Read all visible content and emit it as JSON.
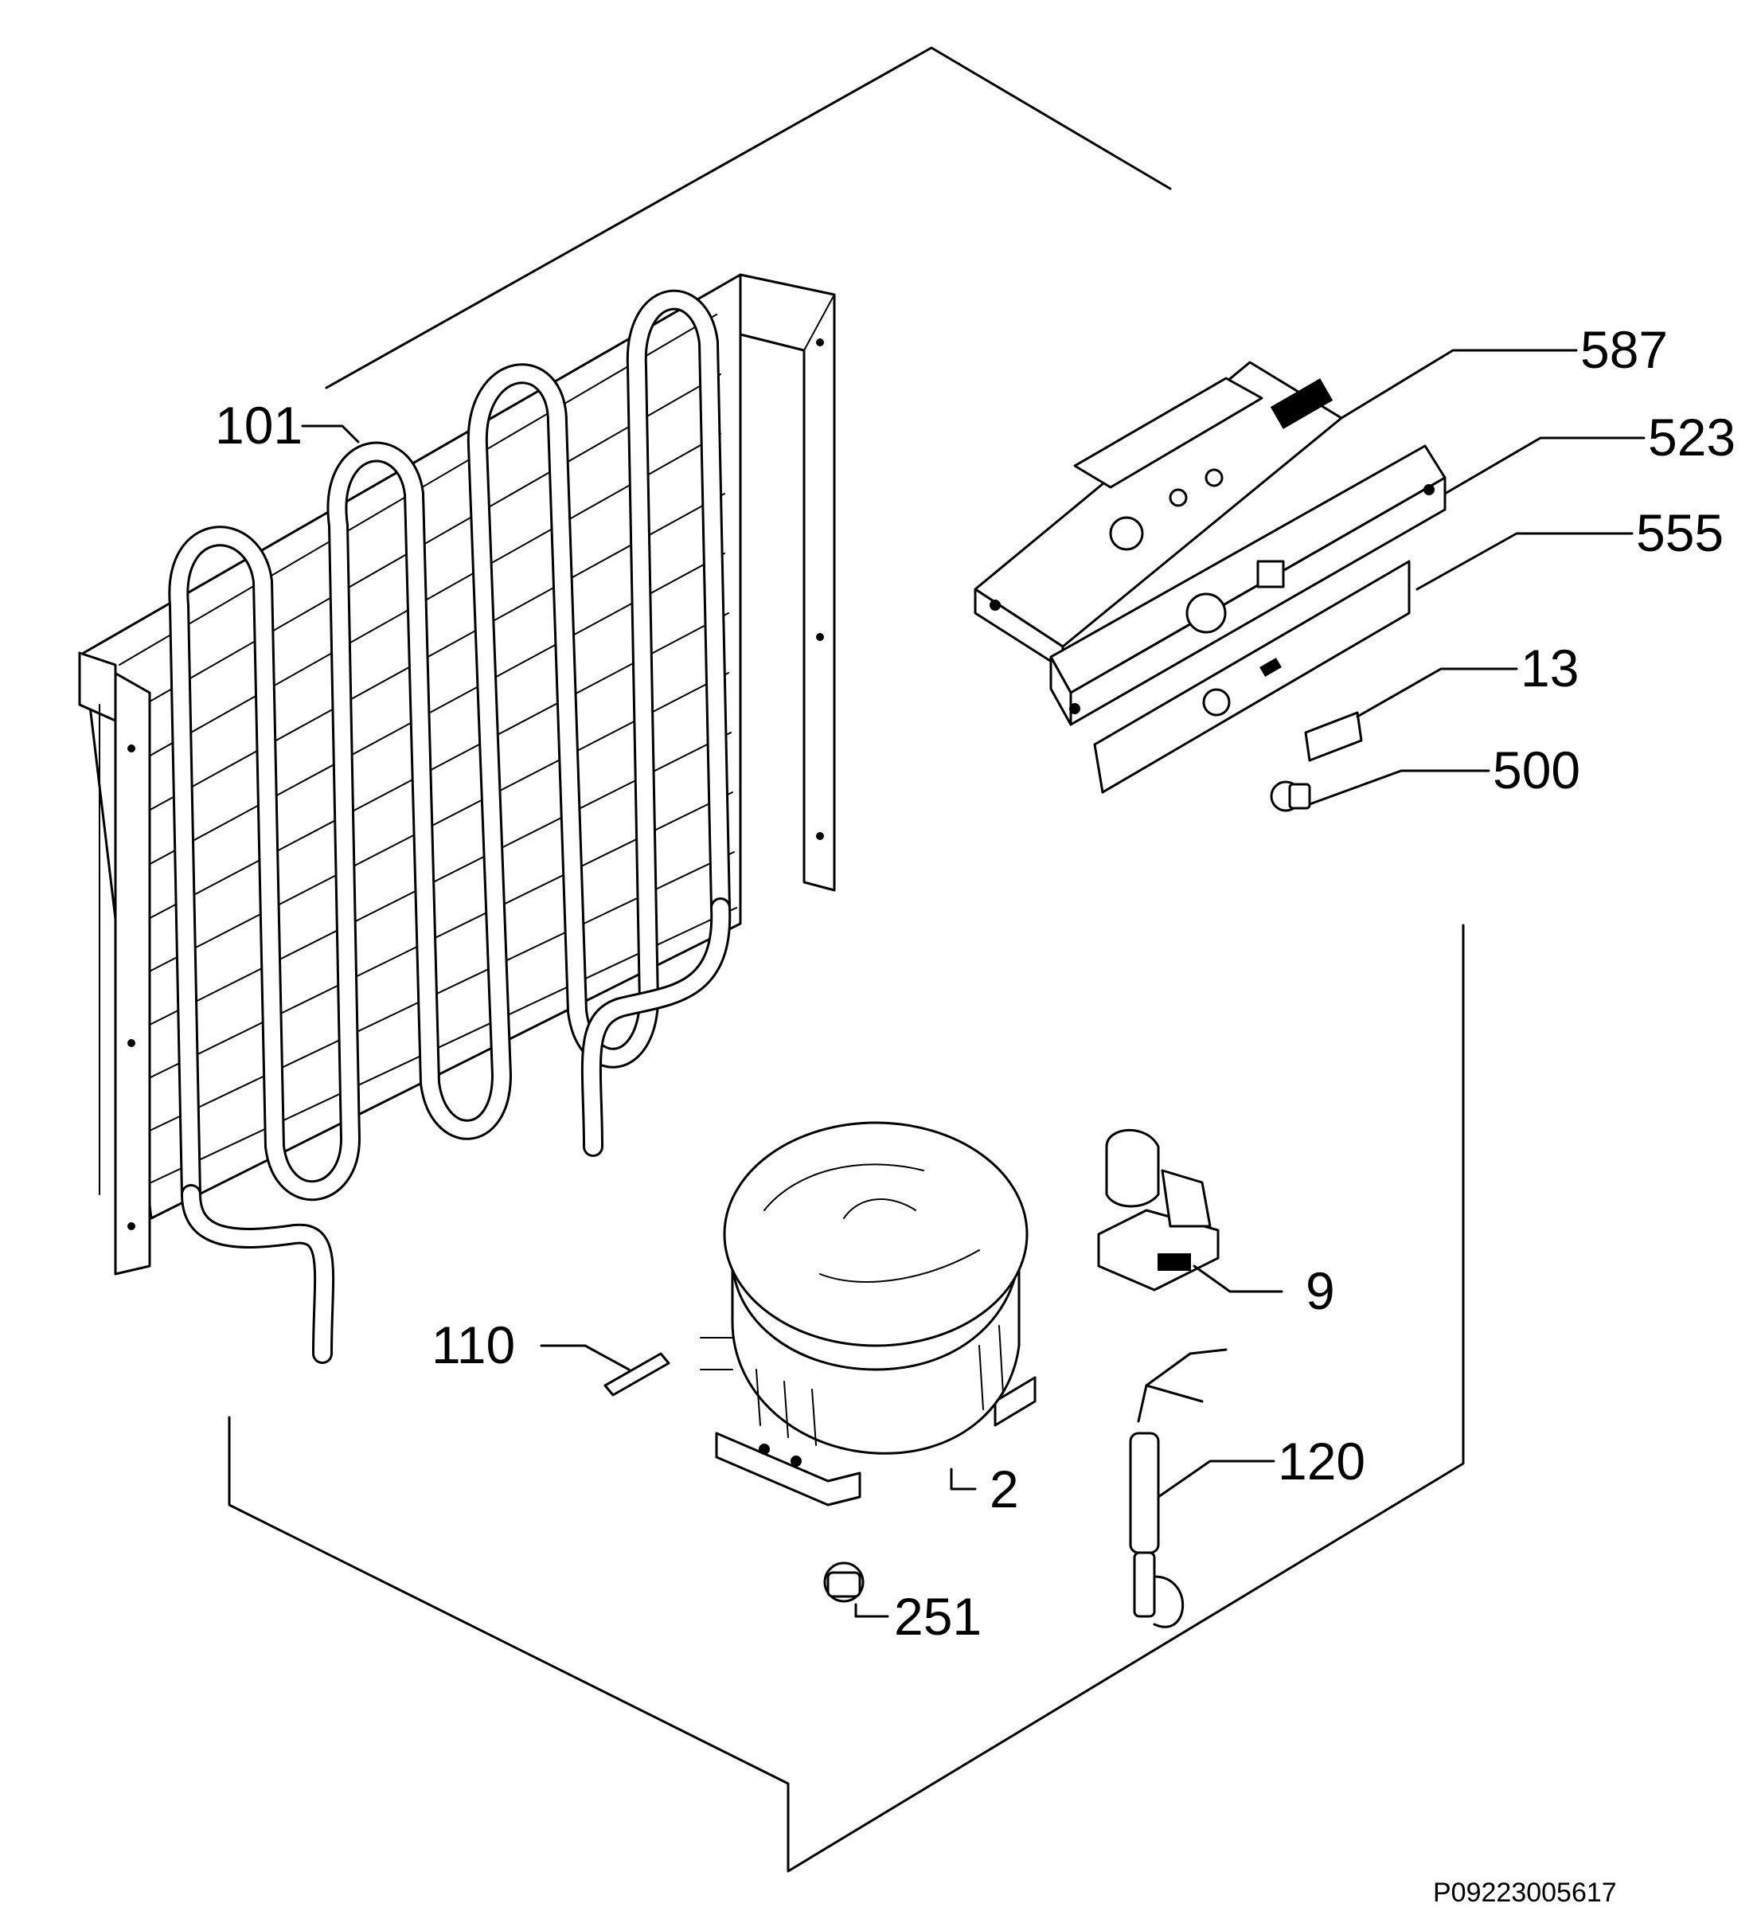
{
  "labels": [
    {
      "id": "587",
      "text": "587"
    },
    {
      "id": "523",
      "text": "523"
    },
    {
      "id": "555",
      "text": "555"
    },
    {
      "id": "13",
      "text": "13"
    },
    {
      "id": "500",
      "text": "500"
    },
    {
      "id": "101",
      "text": "101"
    },
    {
      "id": "9",
      "text": "9"
    },
    {
      "id": "110",
      "text": "110"
    },
    {
      "id": "2",
      "text": "2"
    },
    {
      "id": "120",
      "text": "120"
    },
    {
      "id": "251",
      "text": "251"
    }
  ],
  "drawing_code": "P09223005617"
}
